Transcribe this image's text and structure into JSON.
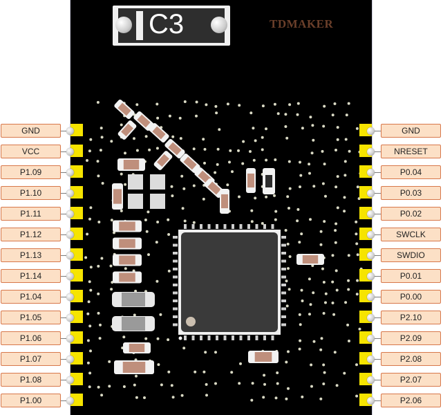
{
  "module": {
    "capacitor_marking": "C3",
    "brand": "TDMAKER"
  },
  "pins_left": [
    "GND",
    "VCC",
    "P1.09",
    "P1.10",
    "P1.11",
    "P1.12",
    "P1.13",
    "P1.14",
    "P1.04",
    "P1.05",
    "P1.06",
    "P1.07",
    "P1.08",
    "P1.00"
  ],
  "pins_right": [
    "GND",
    "NRESET",
    "P0.04",
    "P0.03",
    "P0.02",
    "SWCLK",
    "SWDIO",
    "P0.01",
    "P0.00",
    "P2.10",
    "P2.09",
    "P2.08",
    "P2.07",
    "P2.06"
  ],
  "colors": {
    "board": "#000000",
    "pad": "#f6e400",
    "label_fill": "#fce0c6",
    "label_border": "#d7774a",
    "chip": "#3a3a3a",
    "component_body": "#bf8f7c",
    "brand": "#6b3f2a"
  }
}
